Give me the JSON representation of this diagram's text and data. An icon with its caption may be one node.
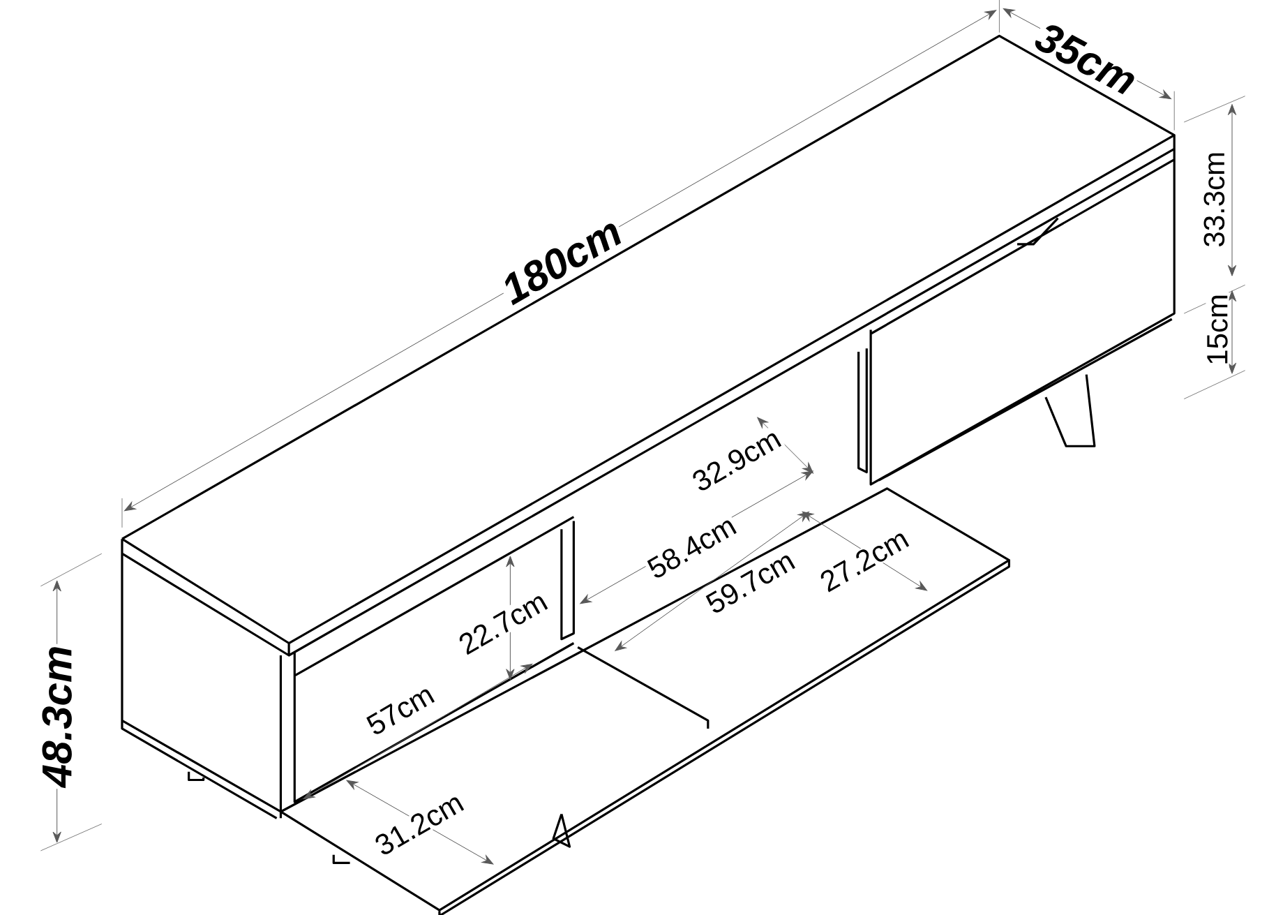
{
  "diagram": {
    "labels": [
      "180cm",
      "35cm",
      "33.3cm",
      "15cm",
      "32.9cm",
      "58.4cm",
      "59.7cm",
      "27.2cm",
      "22.7cm",
      "48.3cm",
      "57cm",
      "31.2cm"
    ]
  }
}
